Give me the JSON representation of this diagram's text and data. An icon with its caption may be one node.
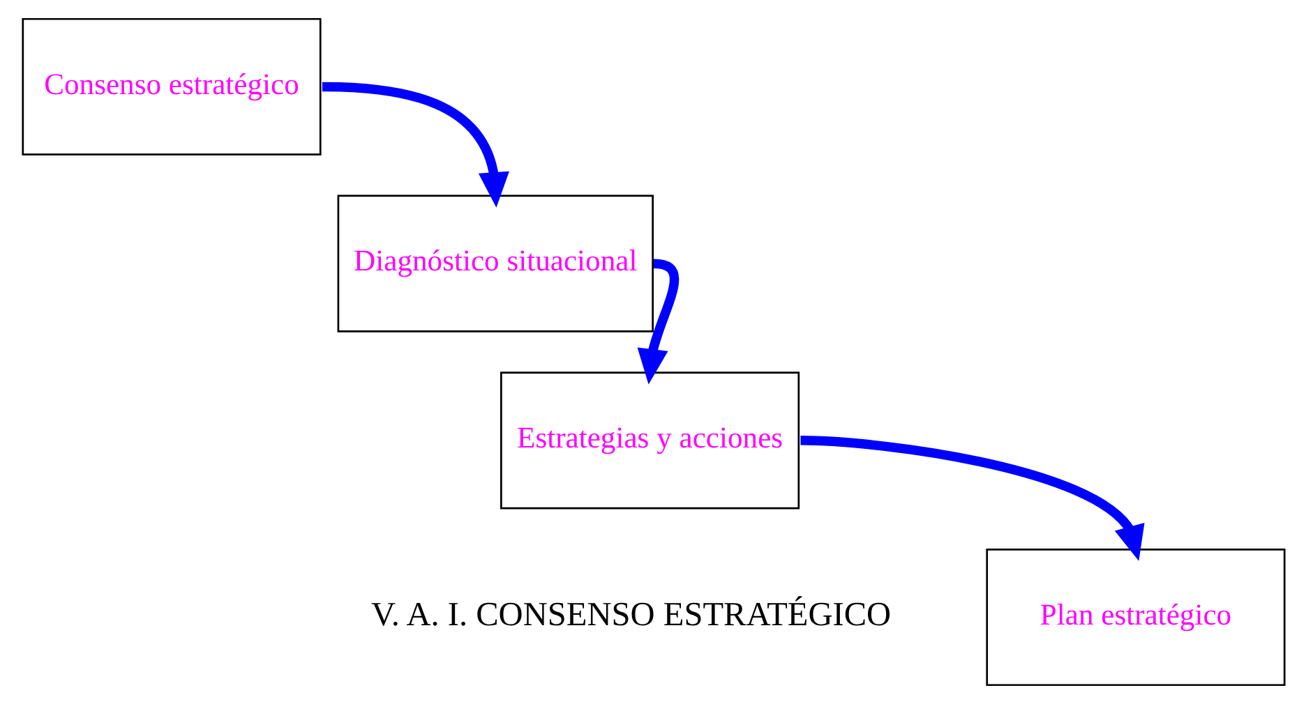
{
  "diagram": {
    "nodes": [
      {
        "text": [
          "Consenso estratégico"
        ]
      },
      {
        "text": [
          "Diagnóstico situacional"
        ]
      },
      {
        "text": [
          "Estrategias y acciones"
        ]
      },
      {
        "text": [
          "Plan estratégico"
        ]
      }
    ],
    "edges": [
      {
        "from": 0,
        "to": 1,
        "arrow": "to",
        "color": "#0000ff"
      },
      {
        "from": 1,
        "to": 2,
        "arrow": "to",
        "color": "#0000ff"
      },
      {
        "from": 2,
        "to": 3,
        "arrow": "to",
        "color": "#0000ff"
      }
    ],
    "labels": [
      "V. A. I. CONSENSO ESTRATÉGICO"
    ]
  }
}
